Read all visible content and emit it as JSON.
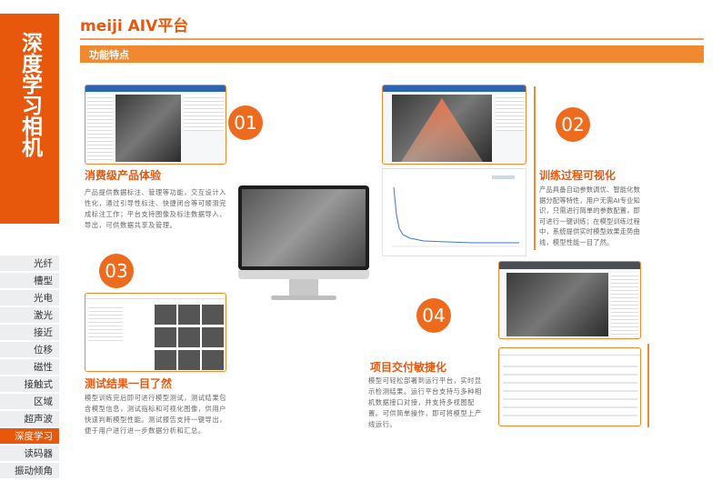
{
  "sidebar": {
    "heading": "深度学习相机",
    "items": [
      "光纤",
      "槽型",
      "光电",
      "激光",
      "接近",
      "位移",
      "磁性",
      "接触式",
      "区域",
      "超声波",
      "深度学习",
      "读码器",
      "振动倾角"
    ],
    "active_index": 10
  },
  "header": {
    "title": "meiji AIV平台",
    "section": "功能特点"
  },
  "features": [
    {
      "number": "01",
      "title": "消费级产品体验",
      "text": "产品提供数据标注、管理等功能，交互设计入性化，通过引导性标注、快捷闭合等可顺滑完成标注工作；平台支持图像及标注数据导入、导出，可供数据共享及管理。"
    },
    {
      "number": "02",
      "title": "训练过程可视化",
      "text": "产品具备自动参数调优、智能化数据分配等特性，用户无需AI专业知识，只需进行简单的参数配置，即可进行一键训练；在模型训练过程中，系统提供实时模型效果走势曲线，模型性能一目了然。"
    },
    {
      "number": "03",
      "title": "测试结果一目了然",
      "text": "模型训练完后即可进行模型测试，测试结果包含模型信息，测试指标和可视化图像，供用户快速判断模型性能。测试报告支持一键导出，便于用户进行进一步数据分析和汇总。"
    },
    {
      "number": "04",
      "title": "项目交付敏捷化",
      "text": "模型可轻松部署到运行平台，实时显示检测结果。运行平台支持与多种相机数据接口对接，并支持多视图配置。可供简单操作，即可将模型上产线运行。"
    }
  ]
}
